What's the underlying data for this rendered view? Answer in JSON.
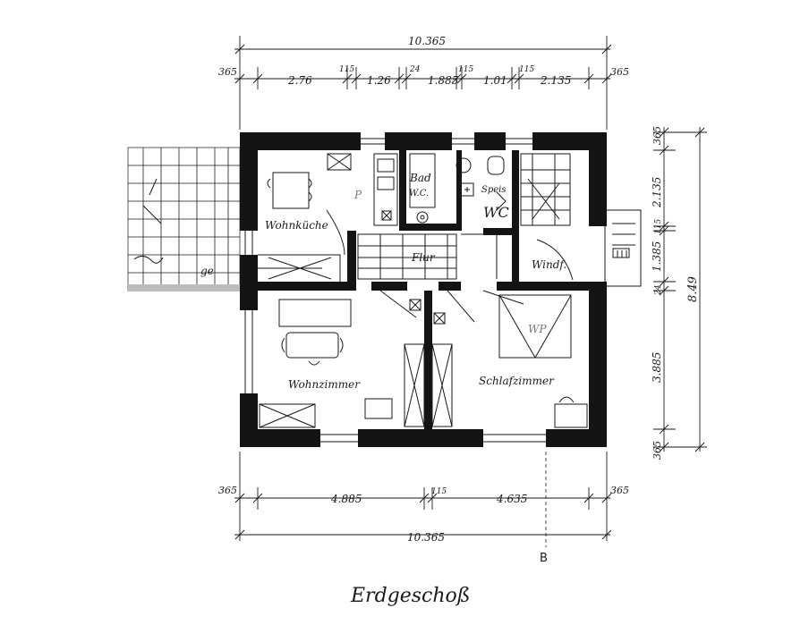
{
  "title": "Erdgeschoß",
  "section_marker": "B",
  "rooms": {
    "wohnkueche": "Wohnküche",
    "bad": "Bad",
    "wc": "W.C.",
    "speis": "Speis",
    "wc_small": "WC",
    "flur": "Flur",
    "windfang": "Windf.",
    "wohnzimmer": "Wohnzimmer",
    "schlafzimmer": "Schlafzimmer",
    "p": "P",
    "wp": "WP",
    "ge": "ge"
  },
  "dimensions": {
    "top": {
      "overall": "10.365",
      "segments": [
        "365",
        "2.76",
        "115",
        "1.26",
        "24",
        "1.885",
        "115",
        "1.01",
        "115",
        "2.135",
        "365"
      ]
    },
    "bottom": {
      "overall": "10.365",
      "segments": [
        "365",
        "4.885",
        "115",
        "4.635",
        "365"
      ]
    },
    "right": {
      "overall": "8.49",
      "segments": [
        "365",
        "2.135",
        "115",
        "1.385",
        "24",
        "3.885",
        "365"
      ]
    }
  }
}
